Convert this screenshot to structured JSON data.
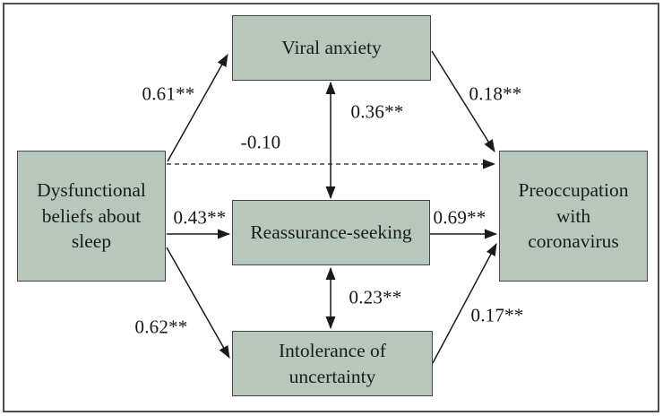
{
  "diagram": {
    "type": "path-analysis-model",
    "colors": {
      "node_fill": "#b6c8bc",
      "node_border": "#454545",
      "arrow": "#1a1a1a",
      "frame_border": "#4f4f4f",
      "background": "#ffffff",
      "text": "#1b1b1b"
    },
    "nodes": [
      {
        "id": "dysfunctional-beliefs-about-sleep",
        "label": "Dysfunctional\nbeliefs about\nsleep"
      },
      {
        "id": "viral-anxiety",
        "label": "Viral anxiety"
      },
      {
        "id": "reassurance-seeking",
        "label": "Reassurance-seeking"
      },
      {
        "id": "intolerance-of-uncertainty",
        "label": "Intolerance of\nuncertainty"
      },
      {
        "id": "preoccupation-with-coronavirus",
        "label": "Preoccupation\nwith\ncoronavirus"
      }
    ],
    "edges": [
      {
        "from": "dysfunctional-beliefs-about-sleep",
        "to": "viral-anxiety",
        "label": "0.61**",
        "line": "solid",
        "heads": "end"
      },
      {
        "from": "dysfunctional-beliefs-about-sleep",
        "to": "preoccupation-with-coronavirus",
        "label": "-0.10",
        "line": "dashed",
        "heads": "end"
      },
      {
        "from": "viral-anxiety",
        "to": "preoccupation-with-coronavirus",
        "label": "0.18**",
        "line": "solid",
        "heads": "end"
      },
      {
        "from": "viral-anxiety",
        "to": "reassurance-seeking",
        "label": "0.36**",
        "line": "solid",
        "heads": "both"
      },
      {
        "from": "dysfunctional-beliefs-about-sleep",
        "to": "reassurance-seeking",
        "label": "0.43**",
        "line": "solid",
        "heads": "end"
      },
      {
        "from": "reassurance-seeking",
        "to": "preoccupation-with-coronavirus",
        "label": "0.69**",
        "line": "solid",
        "heads": "end"
      },
      {
        "from": "reassurance-seeking",
        "to": "intolerance-of-uncertainty",
        "label": "0.23**",
        "line": "solid",
        "heads": "both"
      },
      {
        "from": "dysfunctional-beliefs-about-sleep",
        "to": "intolerance-of-uncertainty",
        "label": "0.62**",
        "line": "solid",
        "heads": "end"
      },
      {
        "from": "intolerance-of-uncertainty",
        "to": "preoccupation-with-coronavirus",
        "label": "0.17**",
        "line": "solid",
        "heads": "end"
      }
    ]
  }
}
